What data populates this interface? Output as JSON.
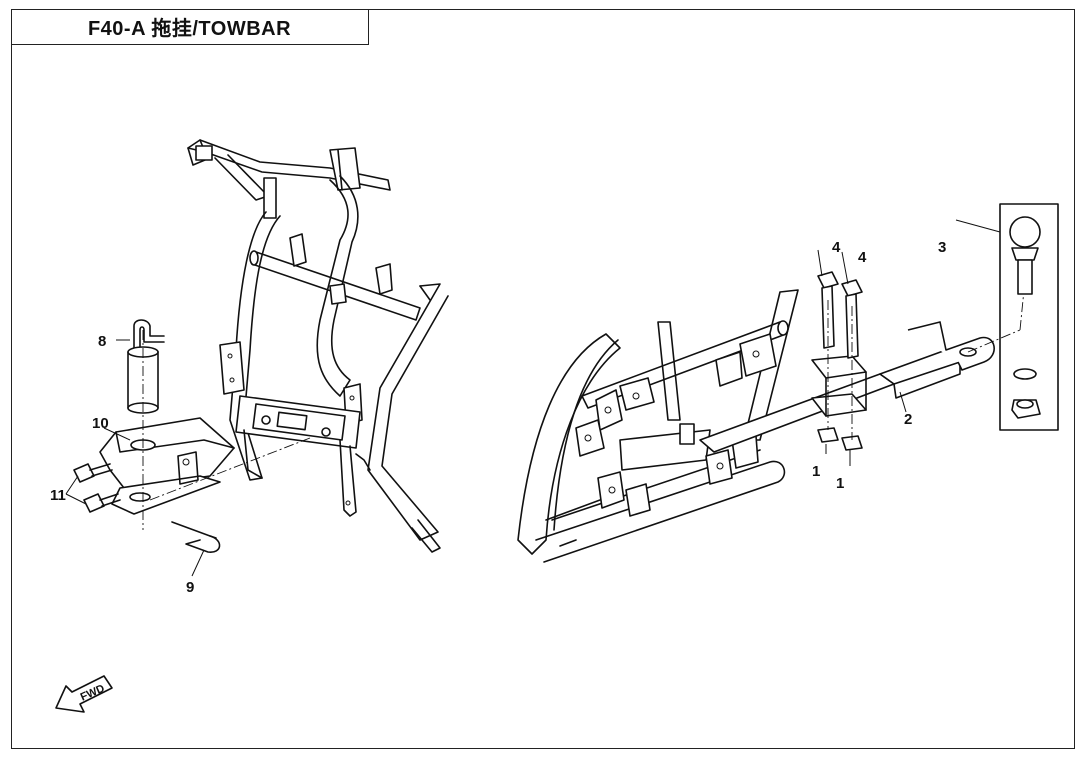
{
  "title": "F40-A 拖挂/TOWBAR",
  "callouts": [
    {
      "id": "c1a",
      "label": "1"
    },
    {
      "id": "c1b",
      "label": "1"
    },
    {
      "id": "c2",
      "label": "2"
    },
    {
      "id": "c3",
      "label": "3"
    },
    {
      "id": "c4a",
      "label": "4"
    },
    {
      "id": "c4b",
      "label": "4"
    },
    {
      "id": "c8",
      "label": "8"
    },
    {
      "id": "c9",
      "label": "9"
    },
    {
      "id": "c10",
      "label": "10"
    },
    {
      "id": "c11",
      "label": "11"
    }
  ],
  "fwd_label": "FWD",
  "icons": {
    "direction": "fwd-arrow-icon"
  }
}
